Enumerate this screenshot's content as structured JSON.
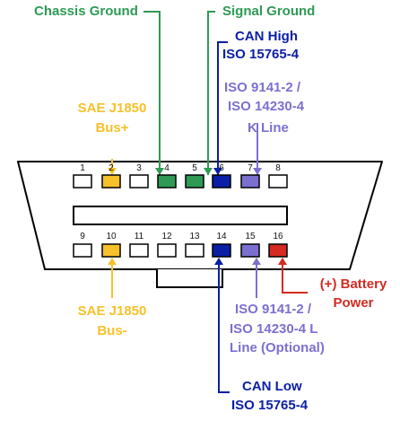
{
  "colors": {
    "chassis_ground": "#2e9a55",
    "signal_ground": "#2e9a55",
    "can": "#0a1ea6",
    "kline": "#7b70cf",
    "j1850": "#f6c12a",
    "battery": "#d42a23",
    "pin_empty": "#ffffff",
    "outline": "#000000"
  },
  "labels": {
    "chassis_ground": "Chassis Ground",
    "signal_ground": "Signal Ground",
    "can_high_1": "CAN High",
    "can_high_2": "ISO 15765-4",
    "kline_1": "ISO 9141-2 /",
    "kline_2": "ISO 14230-4",
    "kline_3": "K Line",
    "j1850_plus_1": "SAE J1850",
    "j1850_plus_2": "Bus+",
    "j1850_minus_1": "SAE J1850",
    "j1850_minus_2": "Bus-",
    "lline_1": "ISO 9141-2 /",
    "lline_2": "ISO 14230-4 L",
    "lline_3": "Line (Optional)",
    "battery_1": "(+) Battery",
    "battery_2": "Power",
    "can_low_1": "CAN Low",
    "can_low_2": "ISO 15765-4"
  },
  "pins": {
    "top": [
      {
        "num": "1",
        "role": "empty"
      },
      {
        "num": "2",
        "role": "j1850"
      },
      {
        "num": "3",
        "role": "empty"
      },
      {
        "num": "4",
        "role": "chassis_ground"
      },
      {
        "num": "5",
        "role": "signal_ground"
      },
      {
        "num": "6",
        "role": "can"
      },
      {
        "num": "7",
        "role": "kline"
      },
      {
        "num": "8",
        "role": "empty"
      }
    ],
    "bottom": [
      {
        "num": "9",
        "role": "empty"
      },
      {
        "num": "10",
        "role": "j1850"
      },
      {
        "num": "11",
        "role": "empty"
      },
      {
        "num": "12",
        "role": "empty"
      },
      {
        "num": "13",
        "role": "empty"
      },
      {
        "num": "14",
        "role": "can"
      },
      {
        "num": "15",
        "role": "kline"
      },
      {
        "num": "16",
        "role": "battery"
      }
    ]
  }
}
